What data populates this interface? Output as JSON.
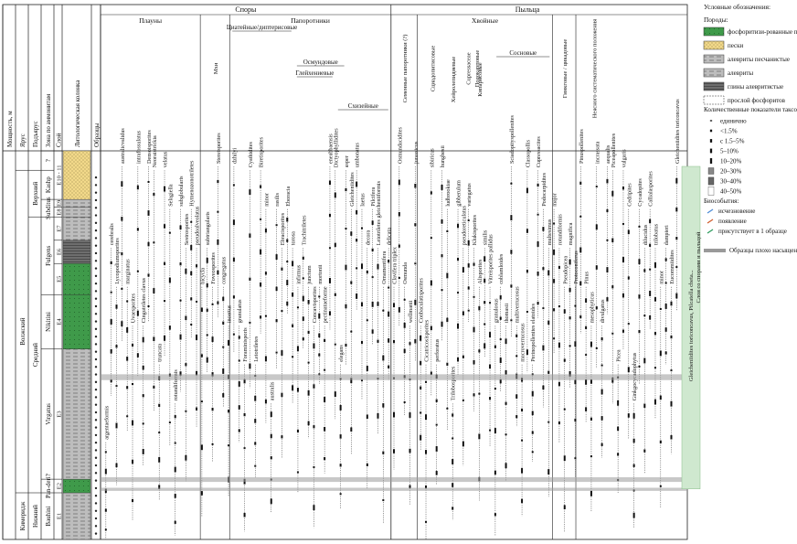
{
  "chart_data": {
    "type": "range",
    "left_headers": [
      "Мощность, м",
      "Ярус",
      "Подъярус",
      "Зона по аммонитам",
      "Слой",
      "Литологическая колонка",
      "Образцы"
    ],
    "stages": [
      {
        "name": "Кимеридж",
        "span": [
          0.0,
          0.12
        ]
      },
      {
        "name": "Волжский",
        "span": [
          0.12,
          0.95
        ]
      }
    ],
    "substages": [
      {
        "name": "Нижний",
        "span": [
          0.0,
          0.12
        ]
      },
      {
        "name": "Средний",
        "span": [
          0.12,
          0.83
        ]
      },
      {
        "name": "Верхний",
        "span": [
          0.83,
          0.95
        ]
      }
    ],
    "zones": [
      {
        "name": "Bauhini",
        "span": [
          0.0,
          0.12
        ]
      },
      {
        "name": "Pan-derі?",
        "span": [
          0.12,
          0.155
        ]
      },
      {
        "name": "Virgatus",
        "span": [
          0.155,
          0.49
        ]
      },
      {
        "name": "Nikitini",
        "span": [
          0.49,
          0.63
        ]
      },
      {
        "name": "Fulgens",
        "span": [
          0.63,
          0.83
        ]
      },
      {
        "name": "Subditus",
        "span": [
          0.83,
          0.875
        ]
      },
      {
        "name": "Kashp",
        "span": [
          0.875,
          0.95
        ]
      },
      {
        "name": "?",
        "span": [
          0.95,
          1.0
        ]
      }
    ],
    "layers": [
      {
        "name": "E1",
        "span": [
          0.0,
          0.12
        ],
        "lith": "siltstone"
      },
      {
        "name": "E2",
        "span": [
          0.12,
          0.155
        ],
        "lith": "sandstone_green"
      },
      {
        "name": "E3",
        "span": [
          0.155,
          0.49
        ],
        "lith": "siltstone_sandy"
      },
      {
        "name": "E4",
        "span": [
          0.49,
          0.63
        ],
        "lith": "sandstone_green"
      },
      {
        "name": "E5",
        "span": [
          0.63,
          0.71
        ],
        "lith": "sandstone_green"
      },
      {
        "name": "E6",
        "span": [
          0.71,
          0.77
        ],
        "lith": "clay"
      },
      {
        "name": "E7",
        "span": [
          0.77,
          0.83
        ],
        "lith": "siltstone"
      },
      {
        "name": "E8",
        "span": [
          0.83,
          0.855
        ],
        "lith": "siltstone"
      },
      {
        "name": "E9",
        "span": [
          0.855,
          0.875
        ],
        "lith": "siltstone"
      },
      {
        "name": "E10 - 11",
        "span": [
          0.875,
          1.0
        ],
        "lith": "sand"
      }
    ],
    "groups_top": [
      {
        "name": "Споры",
        "x": [
          0.0,
          0.495
        ]
      },
      {
        "name": "Пыльца",
        "x": [
          0.495,
          0.96
        ]
      }
    ],
    "groups_mid": [
      {
        "name": "Плауны",
        "x": [
          0.0,
          0.17
        ]
      },
      {
        "name": "Мхи",
        "x": [
          0.17,
          0.22
        ]
      },
      {
        "name": "Папоротники",
        "x": [
          0.22,
          0.495
        ]
      },
      {
        "name": "Семенные папоротники (?)",
        "x": [
          0.495,
          0.54
        ]
      },
      {
        "name": "Хвойные",
        "x": [
          0.54,
          0.77
        ]
      },
      {
        "name": "Гинкговые / цикадовые",
        "x": [
          0.77,
          0.81
        ]
      },
      {
        "name": "Неясного систематического положения",
        "x": [
          0.81,
          0.87
        ]
      }
    ],
    "subgroups": [
      {
        "name": "Циатейные/диптерисовые",
        "x": [
          0.22,
          0.33
        ]
      },
      {
        "name": "Осмундовые",
        "x": [
          0.33,
          0.42
        ]
      },
      {
        "name": "Глейхениевые",
        "x": [
          0.33,
          0.4
        ]
      },
      {
        "name": "Схизейные",
        "x": [
          0.4,
          0.495
        ]
      },
      {
        "name": "Сосновые",
        "x": [
          0.67,
          0.77
        ]
      }
    ],
    "bracket_labels": [
      "Сциадопитисовые",
      "Хейролепидиевые",
      "Cupressaceae",
      "Кипарисовые",
      "Подокарповые"
    ],
    "taxa": [
      "argentaeformis",
      "cerebralis",
      "Lycopodiumsporites",
      "australicvalidus",
      "marginatus",
      "Uvaesporites",
      "intrafossulatus",
      "Cingutriletes clavus",
      "Densoisporites",
      "Neoraistrickia",
      "truncata",
      "velatus",
      "Selagiella",
      "rotundiformis",
      "subglobularis",
      "Sestrosporites",
      "Hymenozonotriletes",
      "pseudoalveolatus",
      "bicycla",
      "subtriangularis",
      "Foveosporites",
      "Stereisporites",
      "congregatus",
      "incertus",
      "dzhilyi",
      "granulatus",
      "Foraminisporis",
      "Cyathidites",
      "Leiotriletes",
      "Biretisporites",
      "minor",
      "australis",
      "rasilis",
      "Ebracisporites",
      "Eboracia",
      "torosa",
      "infirmus",
      "Trachitriletes",
      "junctum",
      "Concavisporites",
      "mortonii",
      "pectinataeforme",
      "eneabbaensis",
      "Dictyophyllidites",
      "elegans",
      "asper",
      "Gleicheniidites",
      "umbonatus",
      "laetus",
      "decora",
      "Pilcifera",
      "Leiotriletes gleicheniiformis",
      "Ornamentifera",
      "delicata",
      "Clavifera triplex",
      "Osmundacidites",
      "Osmunda",
      "wellmanii",
      "jurassicus",
      "Conbaculatisporites",
      "Cicatricosisporites",
      "sibiricus",
      "perforatus",
      "hunghesii",
      "ludbrookiae",
      "Trilobosporites",
      "gibberulum",
      "pseudoreticulatus",
      "variegatus",
      "Klukisporites",
      "Alisporites",
      "similis",
      "Vitreisporites pallidus",
      "granulosus",
      "coblamloides",
      "thomasii",
      "Sciadopityspollenites",
      "multiverrucosus",
      "macroverrucosus",
      "Classopollis",
      "Perinopollenites elatoides",
      "Cupressacites",
      "Podocarpidites",
      "multesimus",
      "major",
      "rotundiformis",
      "Pseudopicea",
      "magnifica",
      "Protoconiferus",
      "Pinuspollenites",
      "Pinus",
      "mesophyticus",
      "incrassata",
      "divulgatus",
      "aequalis",
      "Piceapollenites",
      "Picea",
      "vulgaris",
      "Cedripites",
      "Ginkgocycadophytus",
      "Cycadopites",
      "dilucidus",
      "Callialasporites",
      "trilobatus",
      "minor",
      "dampieri",
      "Eucommiidites",
      "Gleicheniidites toriconcavus"
    ],
    "legend": {
      "title": "Условные обозначения:",
      "rocks_title": "Породы:",
      "rocks": [
        "фосфоритизи-рованные песчаники",
        "пески",
        "алевриты песчанистые",
        "алевриты",
        "глины алевритистые",
        "прослой фосфоритов"
      ],
      "counts_title": "Количественные показатели таксонов:",
      "counts": [
        "единично",
        "<1.5%",
        "с 1.5–5%",
        "5–10%",
        "10–20%",
        "20–30%",
        "30–40%",
        "40–50%"
      ],
      "bio_title": "Биособытия:",
      "bio": [
        "исчезновение",
        "появление",
        "присутствует в 1 образце"
      ],
      "poor": "Образцы плохо насыщены палиноморфами"
    },
    "side_label": "Слои со спорами и пыльцой",
    "interval_label": "Gleicheniidites toriconcavus, Pilcatella cheta..."
  }
}
